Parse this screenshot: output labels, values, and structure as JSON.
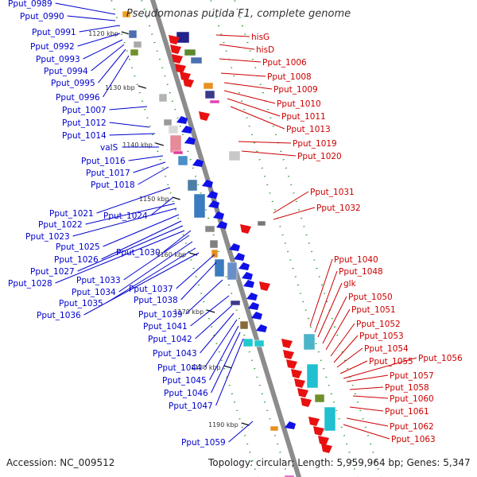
{
  "title": "Pseudomonas putida F1, complete genome",
  "footer": {
    "accession": "Accession: NC_009512",
    "info": "Topology: circular; Length: 5,959,964 bp; Genes: 5,347"
  },
  "colors": {
    "left_labels": "#0000cc",
    "right_labels": "#cc0000",
    "backbone": "#8c8c8c",
    "tick": "#1a8f1a"
  },
  "ruler": [
    {
      "label": "1120 kbp"
    },
    {
      "label": "1130 kbp"
    },
    {
      "label": "1140 kbp"
    },
    {
      "label": "1150 kbp"
    },
    {
      "label": "1160 kbp"
    },
    {
      "label": "1170 kbp"
    },
    {
      "label": "1180 kbp"
    },
    {
      "label": "1190 kbp"
    }
  ],
  "left_labels": [
    "Pput_0989",
    "Pput_0990",
    "Pput_0991",
    "Pput_0992",
    "Pput_0993",
    "Pput_0994",
    "Pput_0995",
    "Pput_0996",
    "Pput_1007",
    "Pput_1012",
    "Pput_1014",
    "valS",
    "Pput_1016",
    "Pput_1017",
    "Pput_1018",
    "Pput_1021",
    "Pput_1024",
    "Pput_1022",
    "Pput_1023",
    "Pput_1025",
    "Pput_1030",
    "Pput_1026",
    "Pput_1027",
    "Pput_1028",
    "Pput_1033",
    "Pput_1037",
    "Pput_1034",
    "Pput_1038",
    "Pput_1035",
    "Pput_1036",
    "Pput_1039",
    "Pput_1041",
    "Pput_1042",
    "Pput_1043",
    "Pput_1044",
    "Pput_1045",
    "Pput_1046",
    "Pput_1047",
    "Pput_1059"
  ],
  "right_labels": [
    "hisG",
    "hisD",
    "Pput_1006",
    "Pput_1008",
    "Pput_1009",
    "Pput_1010",
    "Pput_1011",
    "Pput_1013",
    "Pput_1019",
    "Pput_1020",
    "Pput_1031",
    "Pput_1032",
    "Pput_1040",
    "Pput_1048",
    "glk",
    "Pput_1050",
    "Pput_1051",
    "Pput_1052",
    "Pput_1053",
    "Pput_1054",
    "Pput_1055",
    "Pput_1056",
    "Pput_1057",
    "Pput_1058",
    "Pput_1060",
    "Pput_1061",
    "Pput_1062",
    "Pput_1063"
  ]
}
